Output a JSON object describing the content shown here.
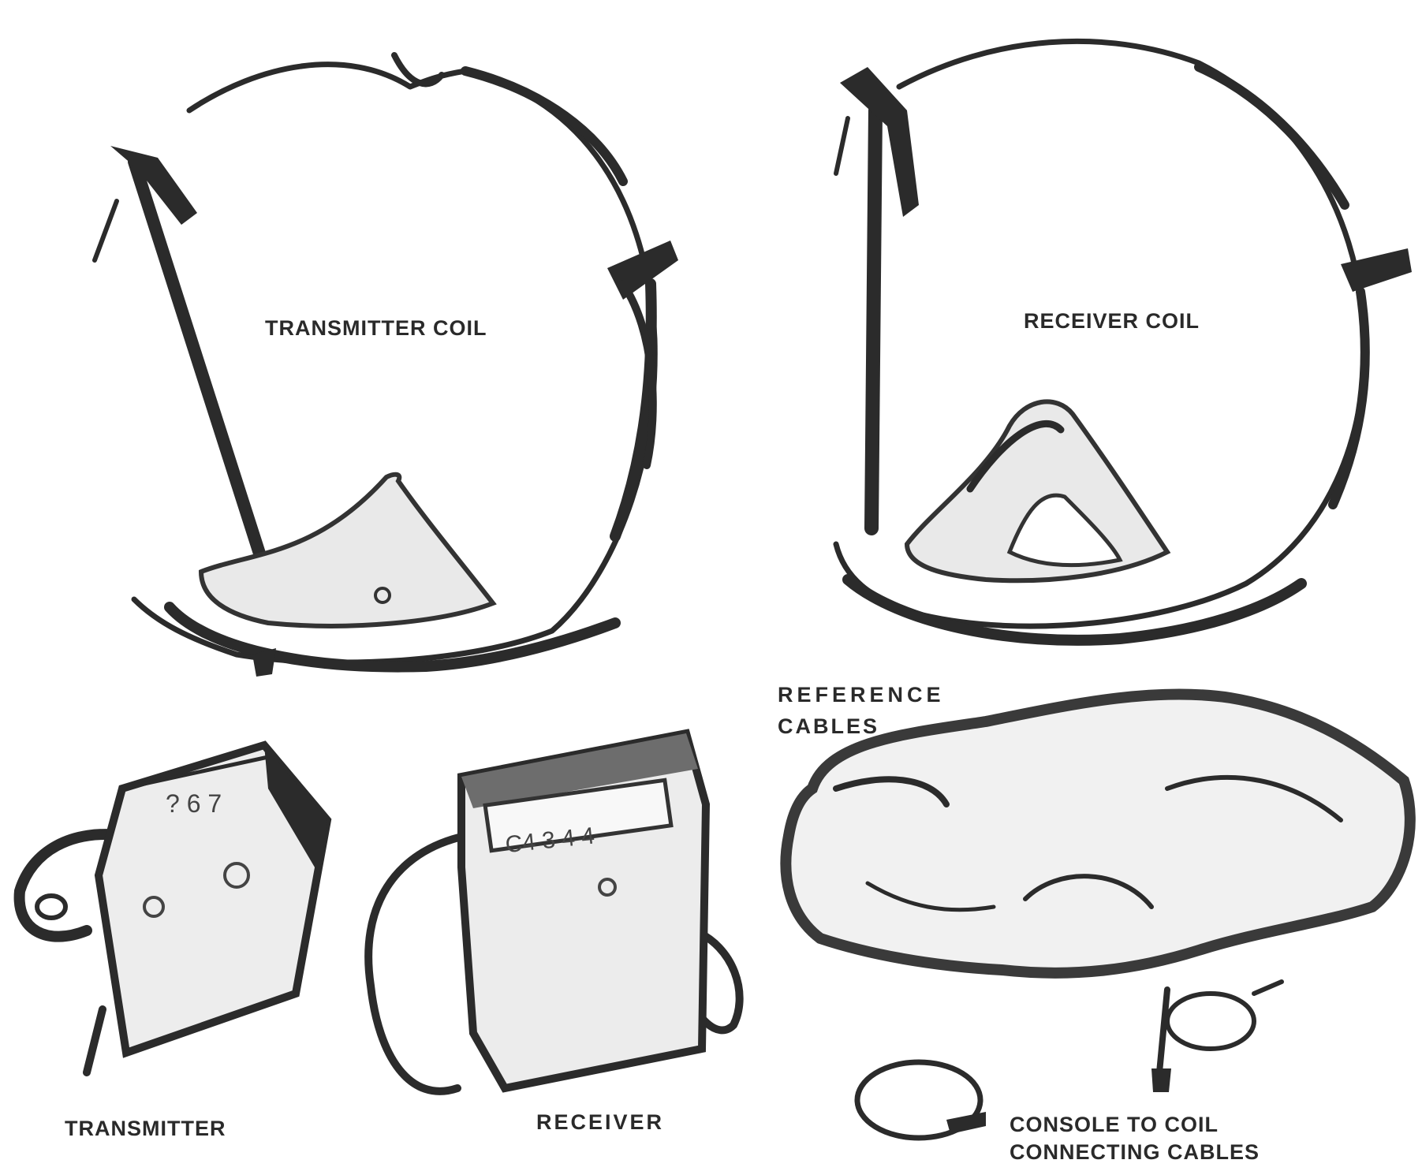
{
  "labels": {
    "transmitter_coil": "TRANSMITTER COIL",
    "receiver_coil": "RECEIVER COIL",
    "reference_cables_line1": "REFERENCE",
    "reference_cables_line2": "CABLES",
    "transmitter": "TRANSMITTER",
    "receiver": "RECEIVER",
    "console_cables_line1": "CONSOLE TO COIL",
    "console_cables_line2": "CONNECTING CABLES"
  },
  "colors": {
    "ink": "#2b2b2b",
    "paper": "#ffffff"
  }
}
